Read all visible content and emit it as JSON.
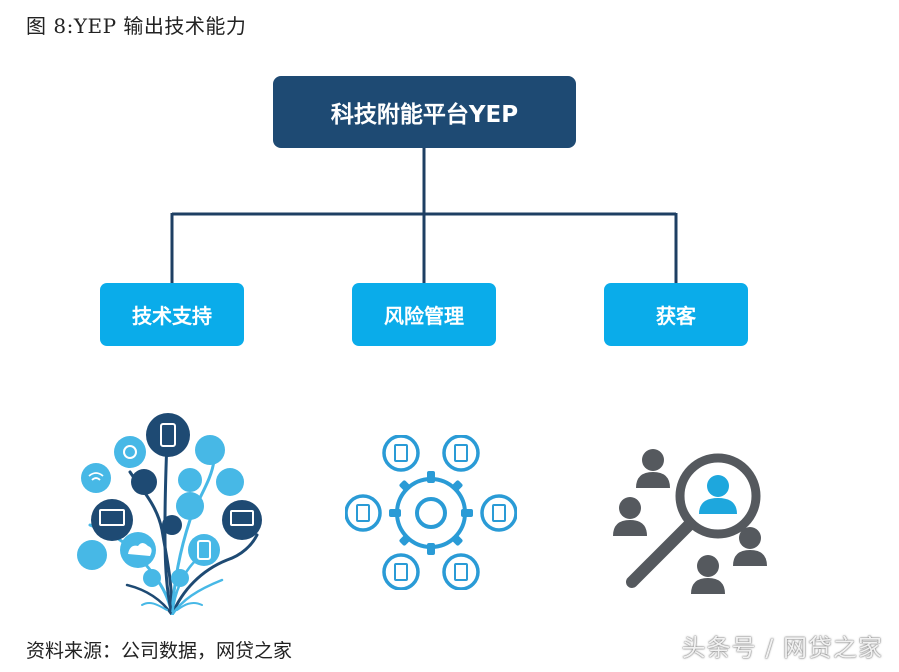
{
  "caption": "图 8:YEP 输出技术能力",
  "root": {
    "label": "科技附能平台YEP"
  },
  "children": [
    {
      "label": "技术支持",
      "icon": "tech-tree-icon"
    },
    {
      "label": "风险管理",
      "icon": "gear-documents-icon"
    },
    {
      "label": "获客",
      "icon": "magnifier-users-icon"
    }
  ],
  "source": "资料来源：公司数据，网贷之家",
  "watermark": {
    "main": "头条号 / 网贷之家",
    "small": "网贷之家"
  },
  "colors": {
    "root": "#1e4a73",
    "child": "#0aacea",
    "line": "#1e3f63",
    "tree_dark": "#1e4a73",
    "tree_light": "#47b8e6",
    "gear": "#2a9bd6",
    "gray": "#55595e",
    "accent": "#1ea7dd"
  }
}
